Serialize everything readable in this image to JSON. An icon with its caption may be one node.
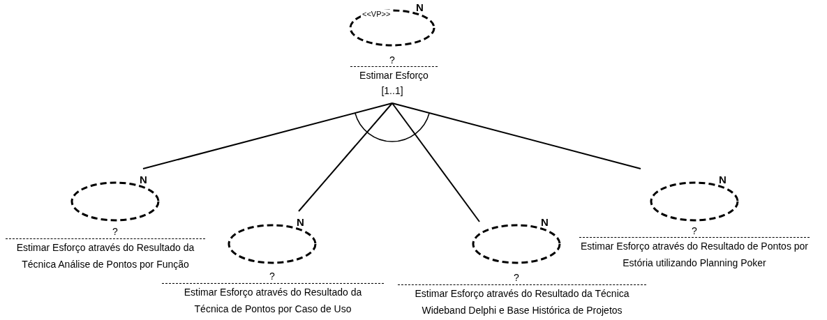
{
  "diagram": {
    "nodes": [
      {
        "text": [
          "<<VP>>",
          "N",
          "?",
          "Estimar Esforço"
        ],
        "beside": [
          "[1..1]"
        ]
      },
      {
        "text": [
          "N",
          "?",
          "Estimar Esforço através do Resultado da Técnica Análise de Pontos por Função"
        ]
      },
      {
        "text": [
          "N",
          "?",
          "Estimar Esforço através do Resultado da Técnica de Pontos por Caso de Uso"
        ]
      },
      {
        "text": [
          "N",
          "?",
          "Estimar Esforço através do Resultado da Técnica Wideband Delphi e Base Histórica de Projetos"
        ]
      },
      {
        "text": [
          "N",
          "?",
          "Estimar Esforço através do Resultado de Pontos por Estória utilizando Planning Poker"
        ]
      }
    ],
    "edges": [
      {
        "from": 0,
        "to": 1,
        "arrow": "none"
      },
      {
        "from": 0,
        "to": 2,
        "arrow": "none"
      },
      {
        "from": 0,
        "to": 3,
        "arrow": "none"
      },
      {
        "from": 0,
        "to": 4,
        "arrow": "none"
      }
    ]
  }
}
